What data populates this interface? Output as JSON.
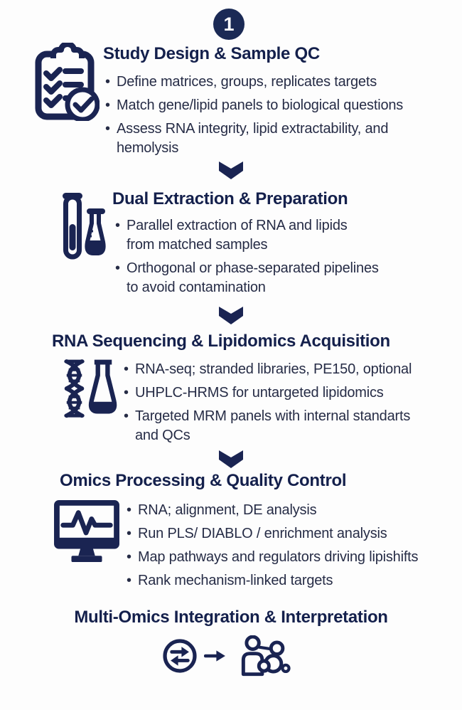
{
  "infographic": {
    "background": "#fdfdfd",
    "accent_navy": "#1a2452",
    "title_color": "#14204c",
    "text_color": "#262c46",
    "badge_number": "1",
    "connector_icon": "chevron-down-icon",
    "steps": [
      {
        "title": "Study Design & Sample QC",
        "icon": "clipboard-checklist-icon",
        "bullets": [
          "Define matrices, groups, replicates targets",
          "Match gene/lipid panels to biological questions",
          "Assess RNA integrity, lipid extractability, and\nhemolysis"
        ]
      },
      {
        "title": "Dual Extraction & Preparation",
        "icon": "test-tubes-icon",
        "bullets": [
          "Parallel extraction of RNA and lipids\nfrom matched samples",
          "Orthogonal or phase-separated pipelines\nto avoid contamination"
        ]
      },
      {
        "title": "RNA Sequencing & Lipidomics Acquisition",
        "icon": "dna-helix-flask-icon",
        "bullets": [
          "RNA-seq; stranded libraries, PE150, optional",
          "UHPLC-HRMS for untargeted lipidomics",
          "Targeted MRM panels with internal standarts\nand QCs"
        ]
      },
      {
        "title": "Omics Processing & Quality Control",
        "icon": "monitor-pulse-icon",
        "bullets": [
          "RNA; alignment, DE analysis",
          "Run PLS/ DIABLO / enrichment analysis",
          "Map pathways and regulators driving lipishifts",
          "Rank mechanism-linked targets"
        ]
      },
      {
        "title": "Multi-Omics Integration & Interpretation",
        "icons": [
          "exchange-arrows-icon",
          "arrow-right-icon",
          "person-molecule-network-icon"
        ],
        "bullets": []
      }
    ]
  }
}
